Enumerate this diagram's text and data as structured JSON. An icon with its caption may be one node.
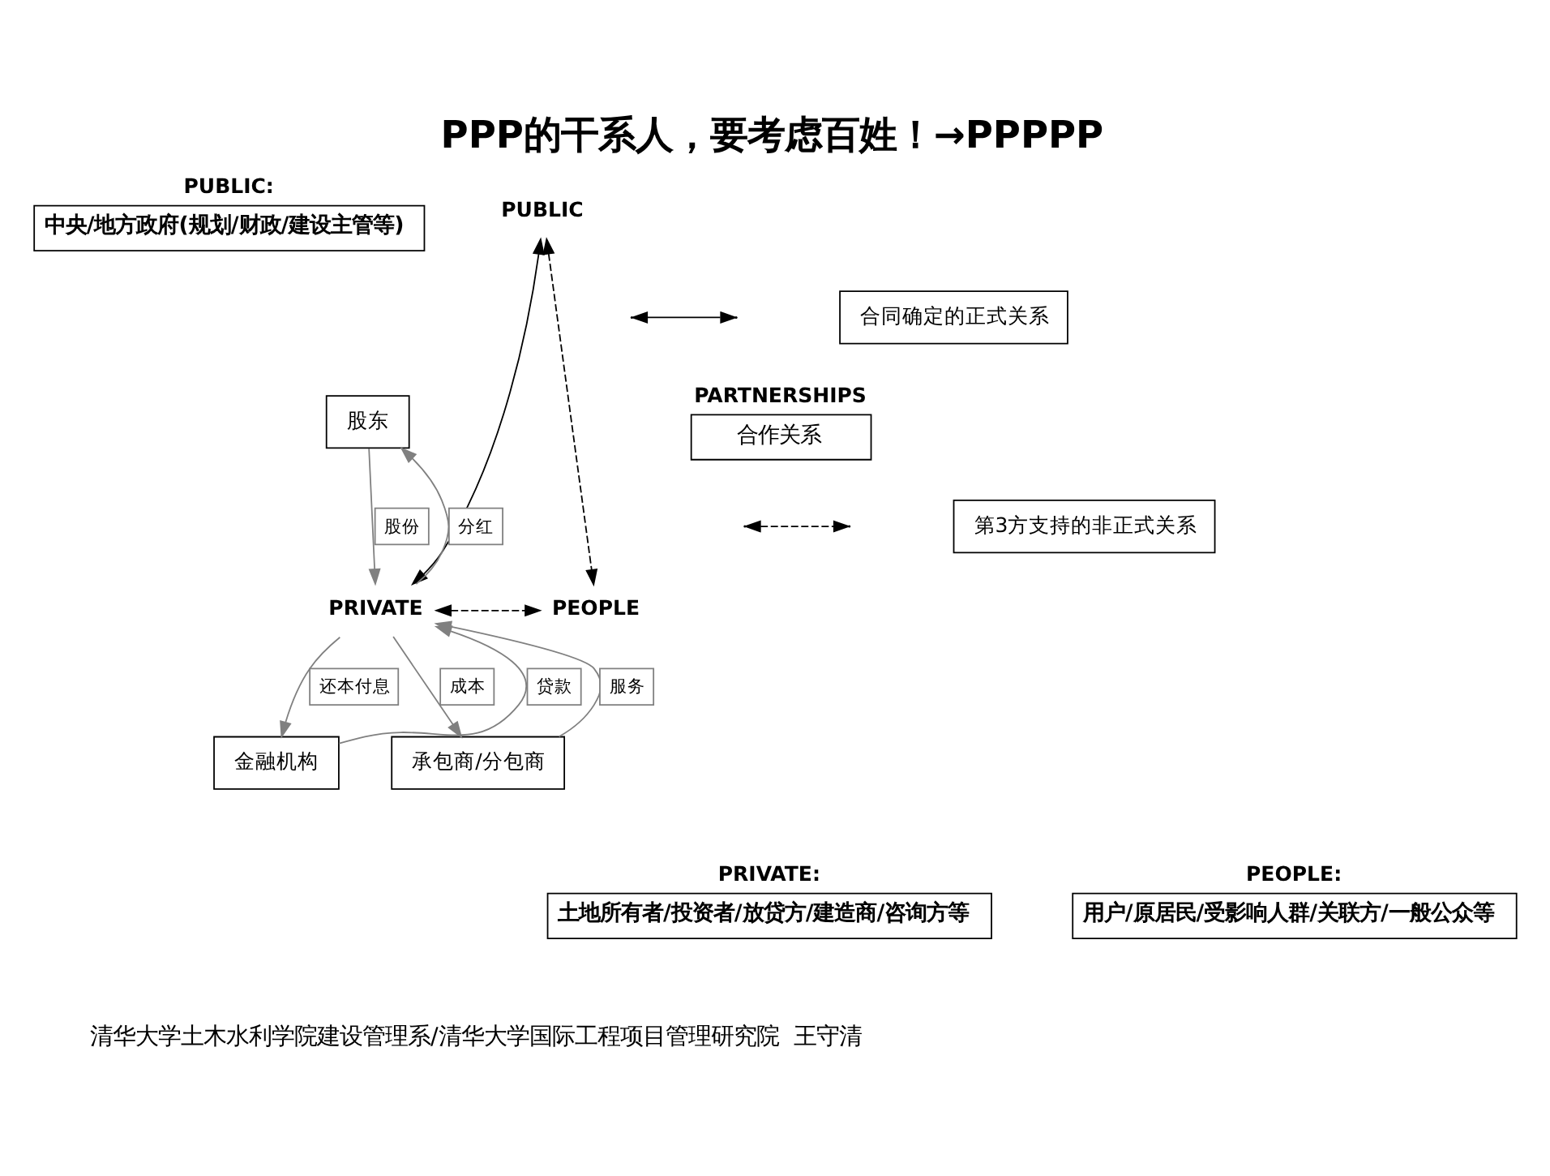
{
  "diagram": {
    "title": "PPP的干系人，要考虑百姓！→PPPPP",
    "caption": "清华大学土木水利学院建设管理系/清华大学国际工程项目管理研究院  王守清",
    "nodes": [
      {
        "text": [
          "PUBLIC:",
          "中央/地方政府(规划/财政/建设主管等)"
        ]
      },
      {
        "text": [
          "PUBLIC"
        ]
      },
      {
        "text": [
          "股东"
        ]
      },
      {
        "text": [
          "PARTNERSHIPS",
          "合作关系"
        ]
      },
      {
        "text": [
          "PRIVATE"
        ]
      },
      {
        "text": [
          "PEOPLE"
        ]
      },
      {
        "text": [
          "金融机构"
        ]
      },
      {
        "text": [
          "承包商/分包商"
        ]
      },
      {
        "text": [
          "PRIVATE:",
          "土地所有者/投资者/放贷方/建造商/咨询方等"
        ]
      },
      {
        "text": [
          "PEOPLE:",
          "用户/原居民/受影响人群/关联方/一般公众等"
        ]
      }
    ],
    "edges": [
      {
        "from": 1,
        "to": 4,
        "arrow": "both",
        "color": "#000000"
      },
      {
        "from": 1,
        "to": 5,
        "arrow": "both",
        "style": "dashed",
        "color": "#000000"
      },
      {
        "from": 4,
        "to": 5,
        "arrow": "both",
        "style": "dashed",
        "color": "#000000"
      },
      {
        "from": 2,
        "to": 4,
        "arrow": "to",
        "label": "股份"
      },
      {
        "from": 4,
        "to": 2,
        "arrow": "to",
        "label": "分红"
      },
      {
        "from": 4,
        "to": 6,
        "arrow": "to",
        "label": "还本付息"
      },
      {
        "from": 6,
        "to": 4,
        "arrow": "to",
        "label": "贷款"
      },
      {
        "from": 4,
        "to": 7,
        "arrow": "to",
        "label": "成本"
      },
      {
        "from": 7,
        "to": 4,
        "arrow": "to",
        "label": "服务"
      }
    ],
    "legend": [
      {
        "text": "合同确定的正式关系"
      },
      {
        "text": "第3方支持的非正式关系"
      }
    ]
  }
}
